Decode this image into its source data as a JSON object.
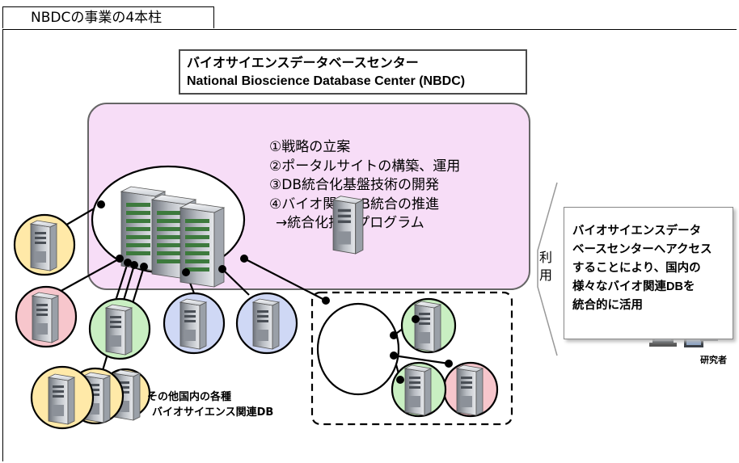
{
  "header": {
    "tab_title": "NBDCの事業の4本柱"
  },
  "center": {
    "name_ja": "バイオサイエンスデータベースセンター",
    "name_en": "National Bioscience Database Center (NBDC)"
  },
  "pillars": [
    "①戦略の立案",
    "②ポータルサイトの構築、運用",
    "③DB統合化基盤技術の開発",
    "④バイオ関連DB統合の推進",
    "→統合化推進プログラム"
  ],
  "arrow_label": [
    "利",
    "用"
  ],
  "callout_lines": [
    "バイオサイエンスデータ",
    "ベースセンターへアクセス",
    "することにより、国内の",
    "様々なバイオ関連DBを",
    "統合的に活用"
  ],
  "other_db_label": [
    "その他国内の各種",
    "バイオサイエンス関連DB"
  ],
  "researcher_label": "研究者",
  "colors": {
    "yellow": "#ffe9a8",
    "pink": "#f7c6cc",
    "green": "#c9efc2",
    "blue": "#cfd8f5",
    "center_fill": "#f7ddf7"
  }
}
